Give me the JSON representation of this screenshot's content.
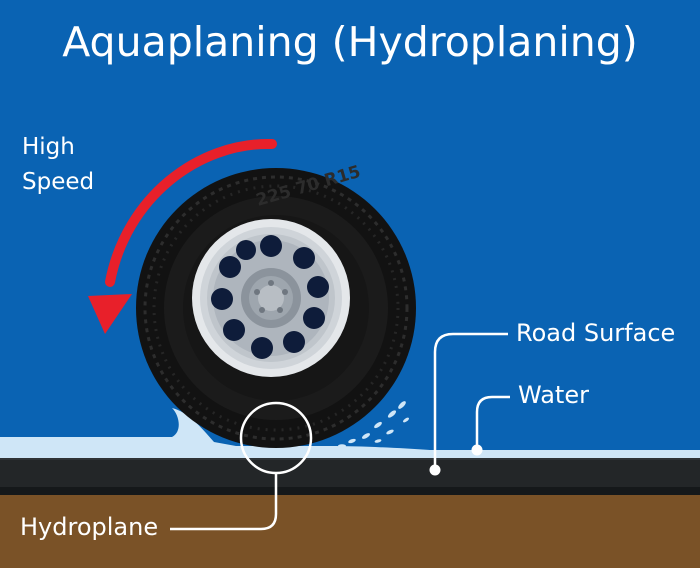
{
  "title": "Aquaplaning (Hydroplaning)",
  "labels": {
    "speed_line1": "High",
    "speed_line2": "Speed",
    "road_surface": "Road Surface",
    "water": "Water",
    "hydroplane": "Hydroplane"
  },
  "tire_sidewall_text": "225 70 R15",
  "colors": {
    "sky": "#0a63b3",
    "water": "#cfe6f7",
    "road": "#232628",
    "ground": "#7a5227",
    "arrow": "#e8202a",
    "tire": "#121212",
    "rim": "#e4e7ea"
  }
}
